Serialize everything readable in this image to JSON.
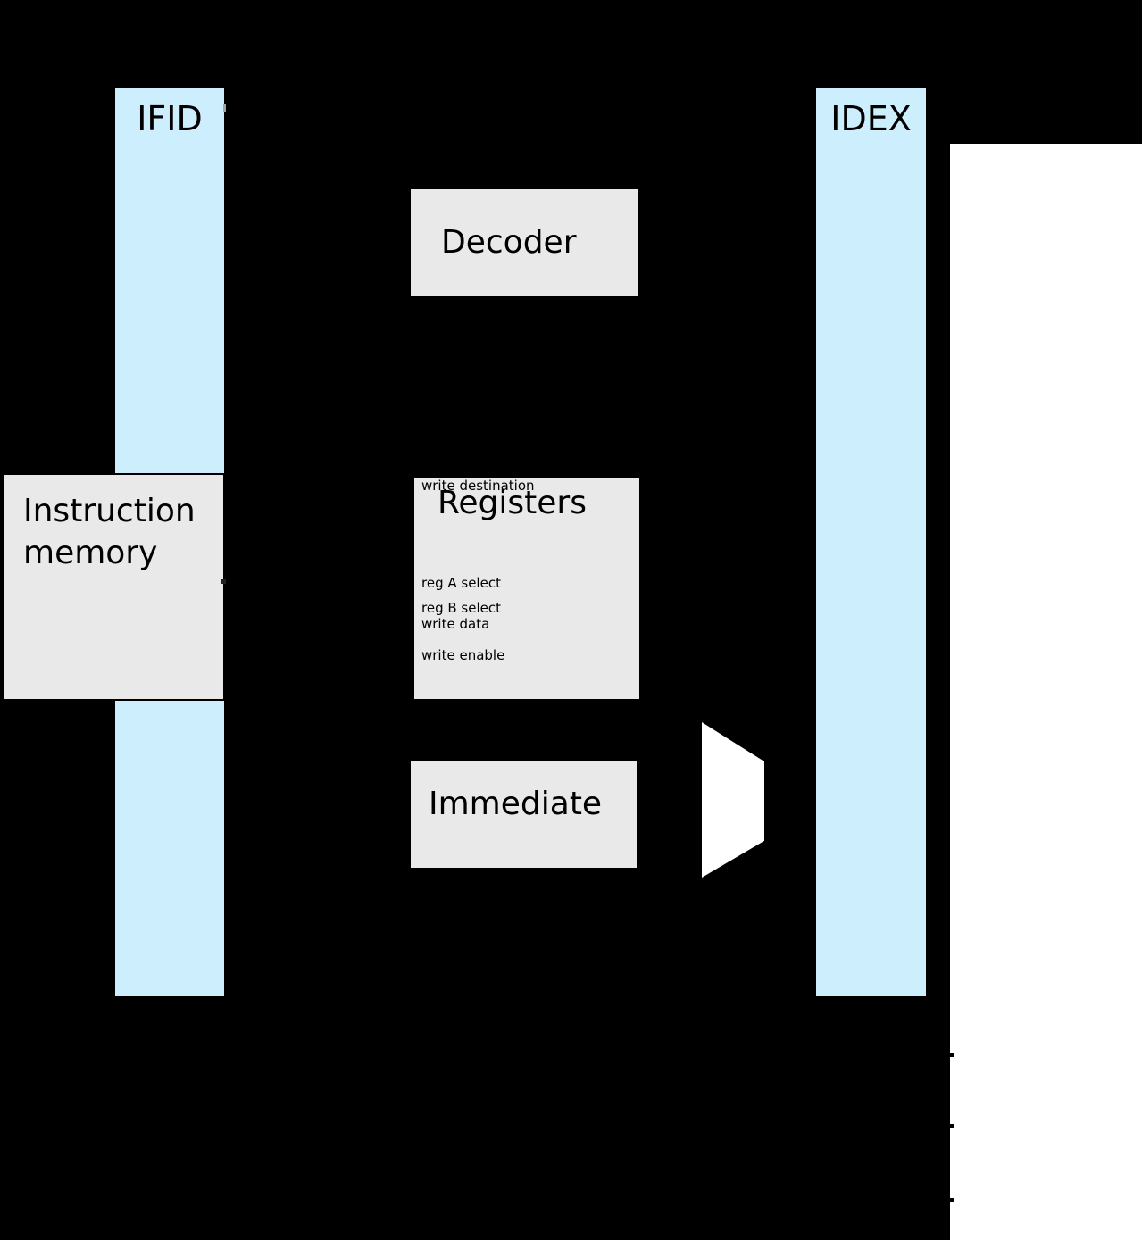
{
  "diagram": {
    "kind": "cpu-pipeline-decode-stage",
    "pipeline_registers": {
      "ifid": "IFID",
      "idex": "IDEX"
    },
    "blocks": {
      "instruction_memory": {
        "line1": "Instruction",
        "line2": "memory"
      },
      "decoder": "Decoder",
      "registers": {
        "title": "Registers",
        "ports": [
          "reg A select",
          "reg B select",
          "write data",
          "write enable",
          "write destination"
        ]
      },
      "immediate": "Immediate"
    },
    "mux": "multiplexer",
    "colors": {
      "background": "#000000",
      "pipeline_register_fill": "#cdeefc",
      "block_fill": "#e9e9e9",
      "mux_fill": "#ffffff",
      "side_panel_fill": "#ffffff",
      "text": "#000000"
    }
  }
}
